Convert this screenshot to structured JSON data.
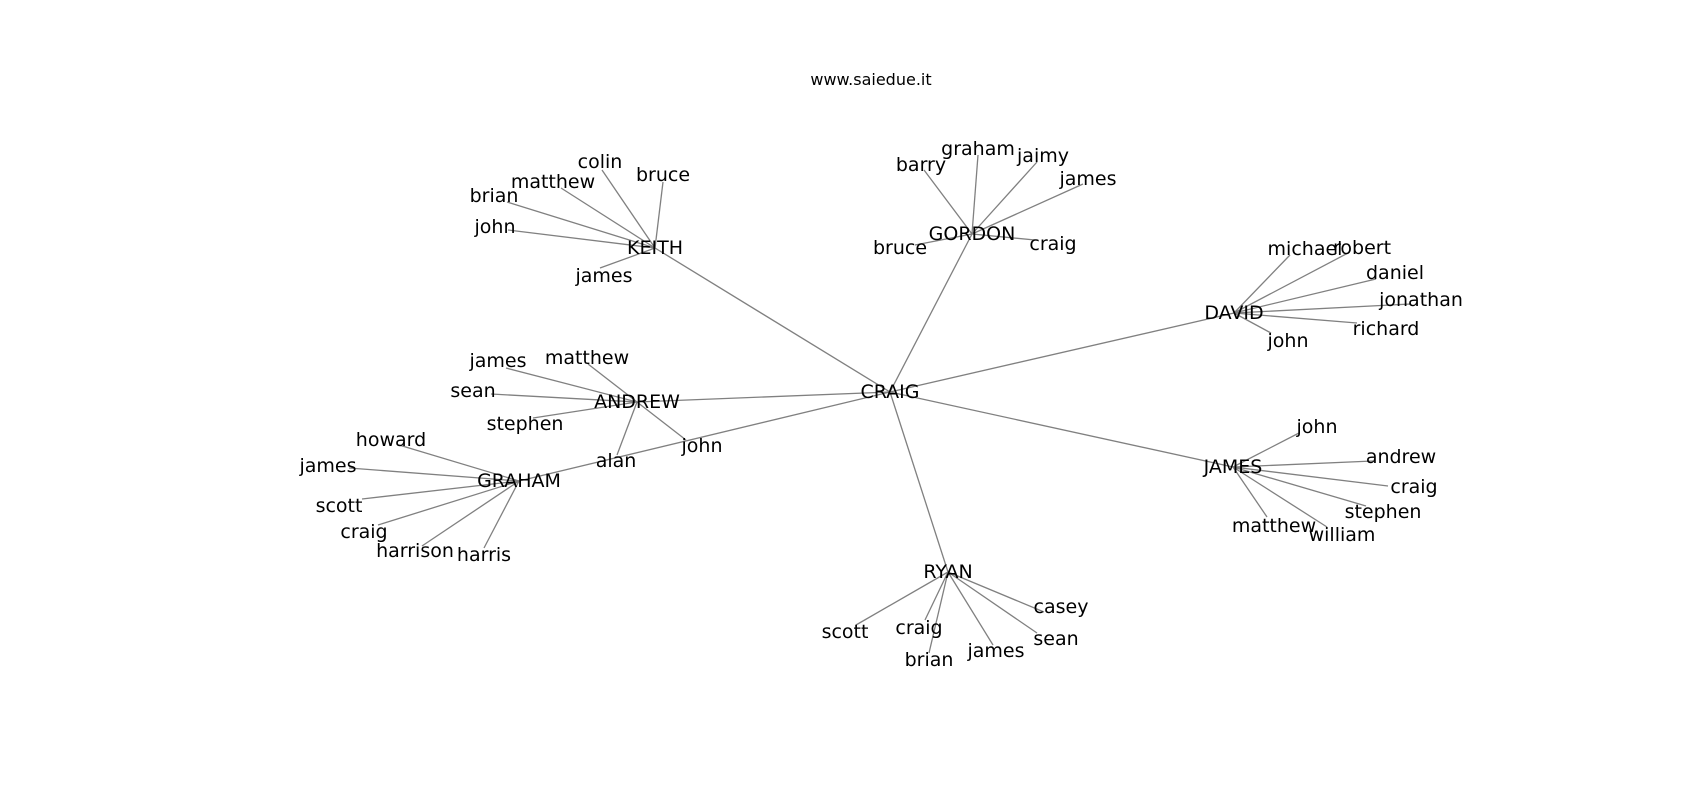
{
  "caption": "www.saiedue.it",
  "graph": {
    "root": "CRAIG",
    "clusters": [
      {
        "hub": "KEITH",
        "leaves": [
          "colin",
          "bruce",
          "matthew",
          "brian",
          "john",
          "james"
        ]
      },
      {
        "hub": "GORDON",
        "leaves": [
          "graham",
          "barry",
          "jaimy",
          "james",
          "bruce",
          "craig"
        ]
      },
      {
        "hub": "DAVID",
        "leaves": [
          "michael",
          "robert",
          "daniel",
          "jonathan",
          "richard",
          "john"
        ]
      },
      {
        "hub": "ANDREW",
        "leaves": [
          "james",
          "matthew",
          "sean",
          "stephen",
          "alan",
          "john"
        ]
      },
      {
        "hub": "GRAHAM",
        "leaves": [
          "howard",
          "james",
          "scott",
          "craig",
          "harrison",
          "harris"
        ]
      },
      {
        "hub": "JAMES",
        "leaves": [
          "john",
          "andrew",
          "craig",
          "stephen",
          "matthew",
          "william"
        ]
      },
      {
        "hub": "RYAN",
        "leaves": [
          "casey",
          "scott",
          "craig",
          "sean",
          "james",
          "brian"
        ]
      }
    ]
  }
}
